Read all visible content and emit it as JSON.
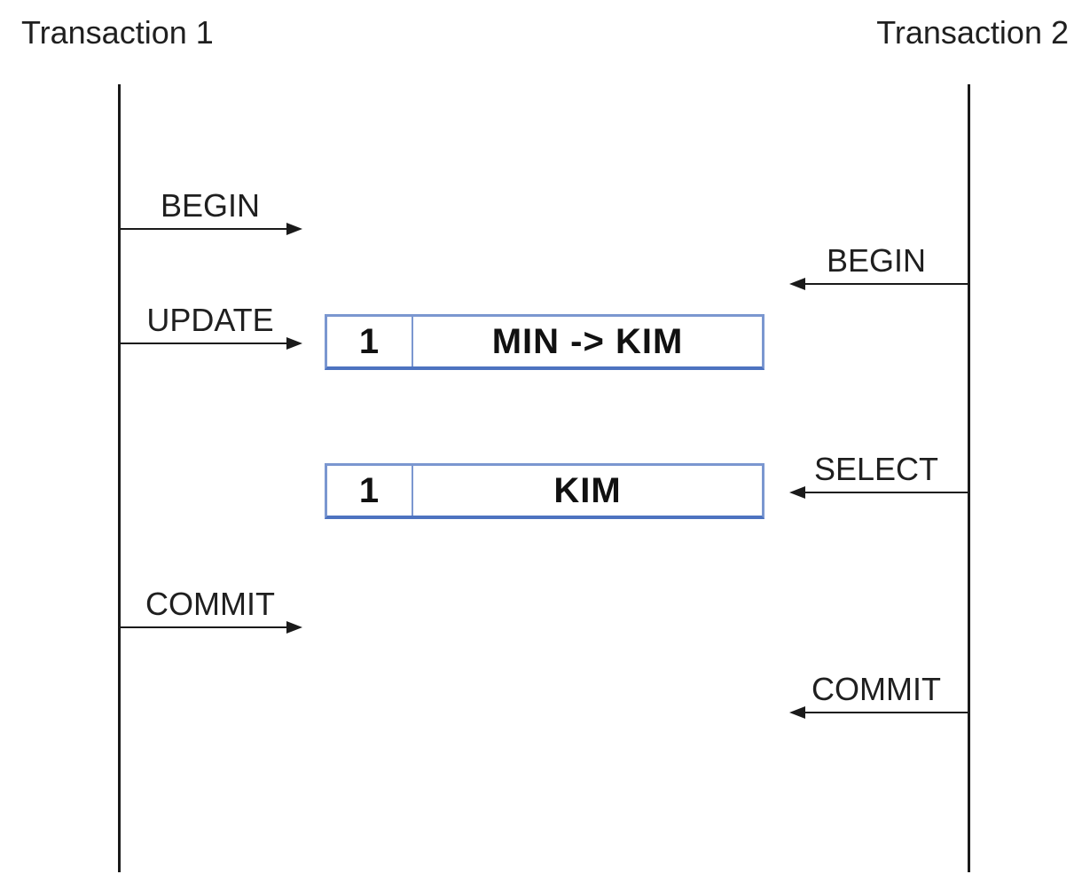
{
  "diagram": {
    "lanes": [
      {
        "title": "Transaction 1"
      },
      {
        "title": "Transaction 2"
      }
    ],
    "messages": [
      {
        "label": "BEGIN",
        "lane": "Transaction 1",
        "direction": "right"
      },
      {
        "label": "BEGIN",
        "lane": "Transaction 2",
        "direction": "left"
      },
      {
        "label": "UPDATE",
        "lane": "Transaction 1",
        "direction": "right"
      },
      {
        "label": "SELECT",
        "lane": "Transaction 2",
        "direction": "left"
      },
      {
        "label": "COMMIT",
        "lane": "Transaction 1",
        "direction": "right"
      },
      {
        "label": "COMMIT",
        "lane": "Transaction 2",
        "direction": "left"
      }
    ],
    "tables": [
      {
        "cells": [
          "1",
          "MIN -> KIM"
        ]
      },
      {
        "cells": [
          "1",
          "KIM"
        ]
      }
    ],
    "colors": {
      "table_border": "#7b97d0",
      "table_border_bottom": "#4d73c0",
      "line": "#1a1a1a",
      "text": "#1f1f1f",
      "background": "#ffffff"
    }
  }
}
